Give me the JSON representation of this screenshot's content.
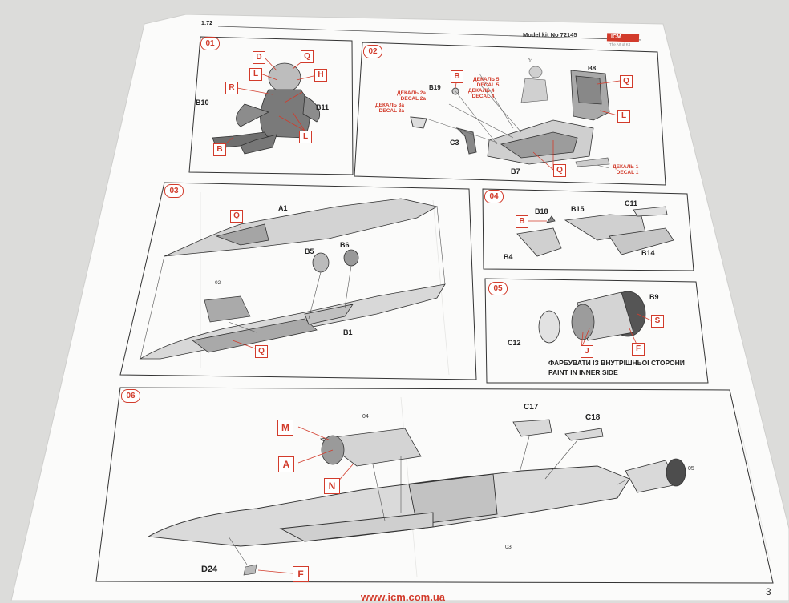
{
  "header": {
    "scale": "1:72",
    "model_kit": "Model kit No 72145",
    "brand": "ICM",
    "brand_sub": "The Art of Kit"
  },
  "footer": {
    "website": "www.icm.com.ua",
    "page_number": "3"
  },
  "steps": {
    "s01": {
      "number": "01",
      "parts": [
        "B10",
        "B11"
      ],
      "colors": [
        "D",
        "Q",
        "L",
        "H",
        "R",
        "L",
        "B"
      ]
    },
    "s02": {
      "number": "02",
      "parts": [
        "B19",
        "C3",
        "B7",
        "B8"
      ],
      "colors": [
        "B",
        "Q",
        "L",
        "Q"
      ],
      "subassembly": "01",
      "decals": [
        "ДЕКАЛЬ 5\nDECAL 5",
        "ДЕКАЛЬ 4\nDECAL 4",
        "ДЕКАЛЬ 2a\nDECAL 2a",
        "ДЕКАЛЬ 3a\nDECAL 3a",
        "ДЕКАЛЬ 1\nDECAL 1"
      ]
    },
    "s03": {
      "number": "03",
      "parts": [
        "A1",
        "B5",
        "B6",
        "B1"
      ],
      "colors": [
        "Q",
        "Q"
      ],
      "subassembly": "02"
    },
    "s04": {
      "number": "04",
      "parts": [
        "B18",
        "B15",
        "C11",
        "B4",
        "B14"
      ],
      "colors": [
        "B"
      ]
    },
    "s05": {
      "number": "05",
      "parts": [
        "B9",
        "C12"
      ],
      "colors": [
        "S",
        "F",
        "J"
      ],
      "note_ua": "ФАРБУВАТИ ІЗ ВНУТРІШНЬОЇ СТОРОНИ",
      "note_en": "PAINT IN INNER SIDE"
    },
    "s06": {
      "number": "06",
      "parts": [
        "C17",
        "C18",
        "D24"
      ],
      "colors": [
        "M",
        "A",
        "N",
        "F"
      ],
      "subassemblies": [
        "04",
        "05",
        "03"
      ]
    }
  }
}
